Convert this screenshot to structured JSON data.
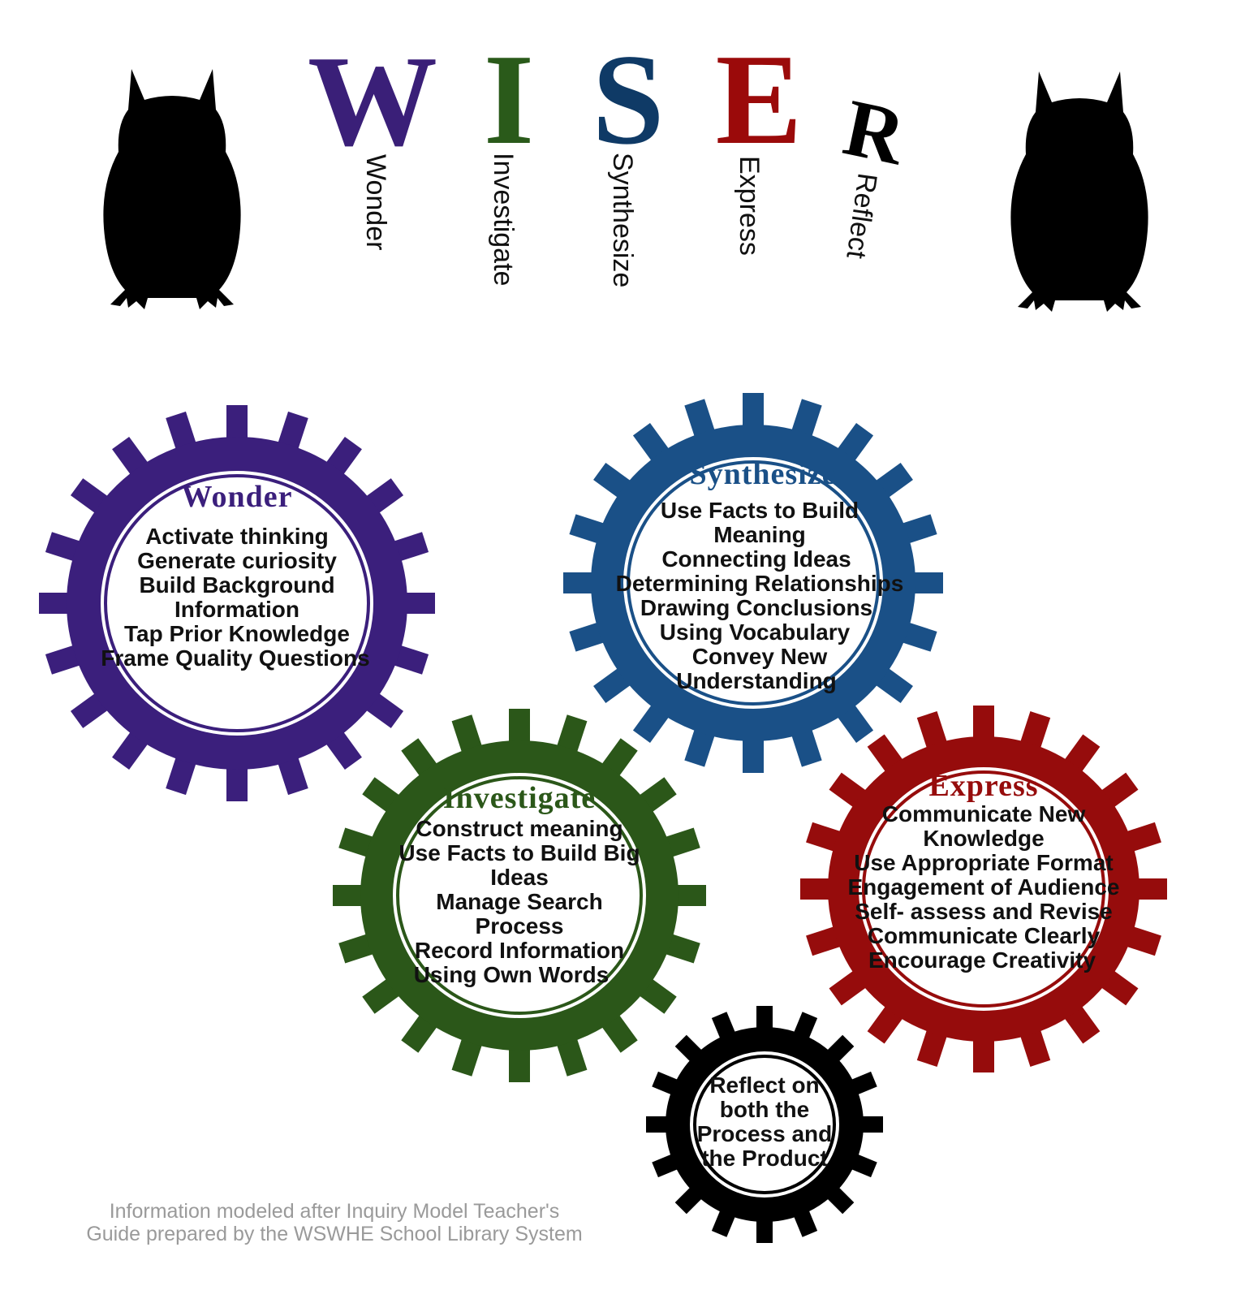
{
  "title": {
    "letters": [
      {
        "letter": "W",
        "word": "Wonder",
        "color": "#3a1f78"
      },
      {
        "letter": "I",
        "word": "Investigate",
        "color": "#2a5a1a"
      },
      {
        "letter": "S",
        "word": "Synthesize",
        "color": "#0f3a66"
      },
      {
        "letter": "E",
        "word": "Express",
        "color": "#9b0a0a"
      },
      {
        "letter": "R",
        "word": "Reflect",
        "color": "#000000"
      }
    ]
  },
  "icons": {
    "left": "owl-silhouette-icon",
    "right": "owl-silhouette-icon",
    "color": "#000000"
  },
  "gears": {
    "wonder": {
      "title": "Wonder",
      "color": "#3b1f7c",
      "items": [
        "Activate thinking",
        "Generate curiosity",
        "Build Background",
        "Information",
        "Tap Prior Knowledge",
        "Frame Quality Questions"
      ]
    },
    "synthesize": {
      "title": "Synthesize",
      "color": "#1a5087",
      "items": [
        "Use Facts to Build",
        "Meaning",
        "Connecting Ideas",
        "Determining Relationships",
        "Drawing Conclusions",
        "Using Vocabulary",
        "Convey New",
        "Understanding"
      ]
    },
    "investigate": {
      "title": "Investigate",
      "color": "#2b5719",
      "items": [
        "Construct meaning",
        "Use Facts to Build Big",
        "Ideas",
        "Manage Search",
        "Process",
        "Record Information",
        "Using Own Words"
      ]
    },
    "express": {
      "title": "Express",
      "color": "#960c0c",
      "items": [
        "Communicate New",
        "Knowledge",
        "Use Appropriate Format",
        "Engagement of Audience",
        "Self- assess and Revise",
        "Communicate Clearly",
        "Encourage Creativity"
      ]
    },
    "reflect": {
      "title": "",
      "color": "#000000",
      "items": [
        "Reflect on",
        "both the",
        "Process and",
        "the Product"
      ]
    }
  },
  "credit": {
    "line1": "Information modeled after Inquiry Model Teacher's",
    "line2": "Guide prepared by the WSWHE School Library System"
  }
}
